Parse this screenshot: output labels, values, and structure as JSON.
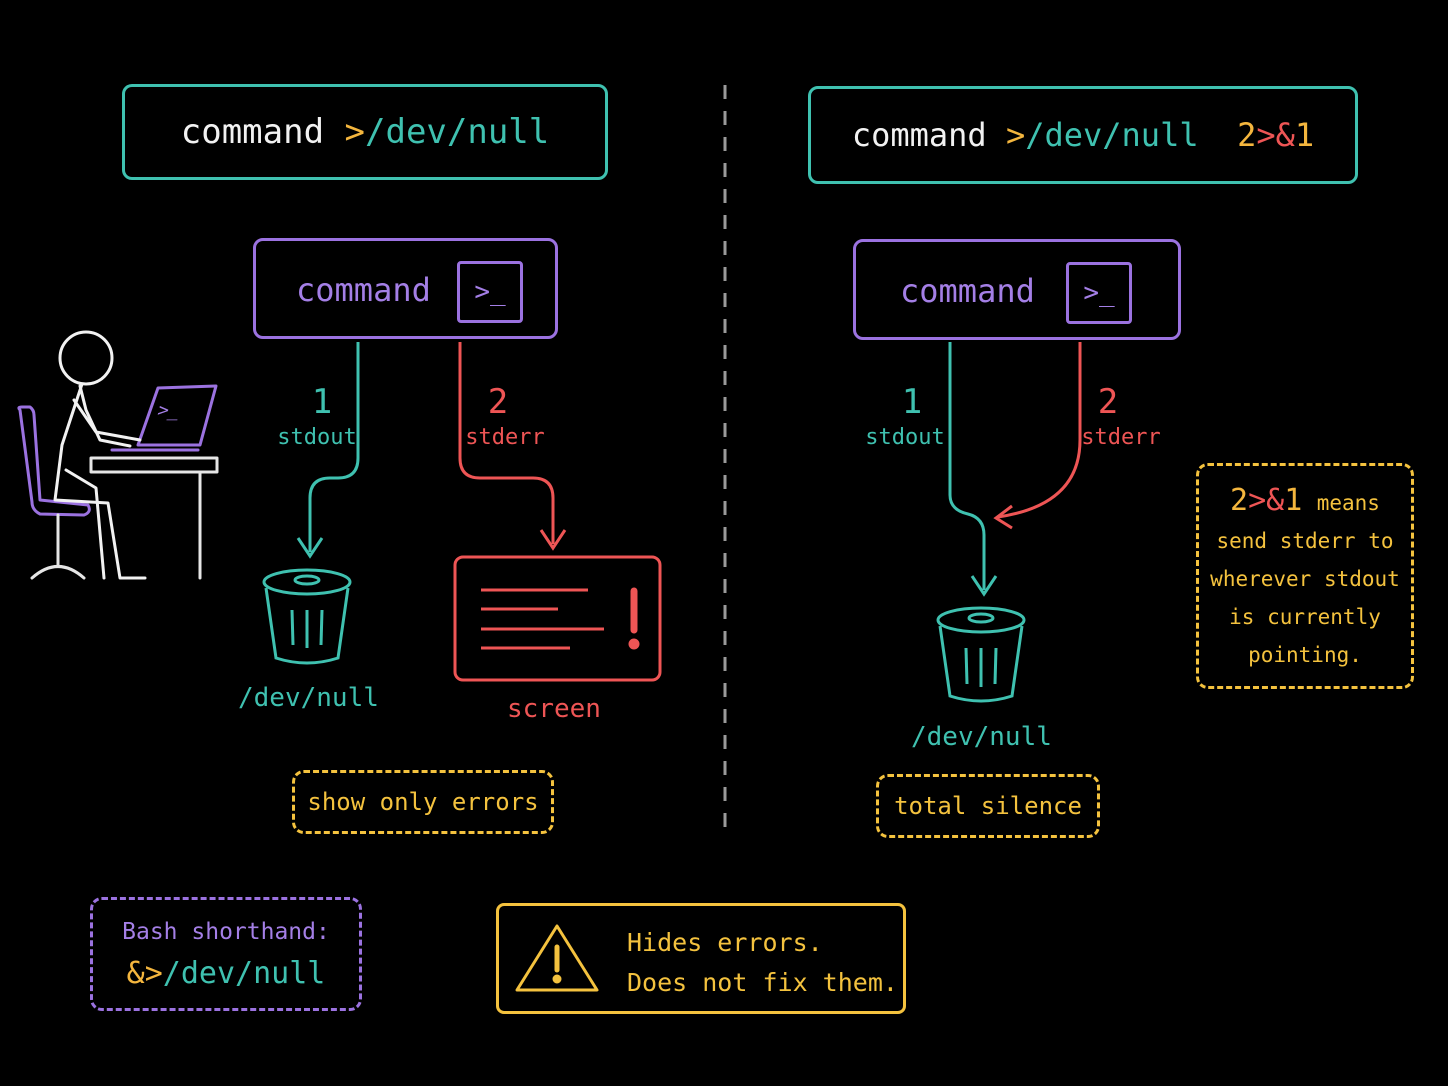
{
  "left": {
    "command_box": {
      "cmd": "command",
      "redirect_op": ">",
      "target": "/dev/null"
    },
    "process": {
      "label": "command",
      "terminal_glyph": ">_"
    },
    "stdout": {
      "fd": "1",
      "name": "stdout"
    },
    "stderr": {
      "fd": "2",
      "name": "stderr"
    },
    "trash_label": "/dev/null",
    "screen_label": "screen",
    "result_note": "show only errors"
  },
  "right": {
    "command_box": {
      "cmd": "command",
      "redirect_op": ">",
      "target": "/dev/null",
      "dup_fd": "2",
      "dup_op": ">&",
      "dup_target": "1"
    },
    "process": {
      "label": "command",
      "terminal_glyph": ">_"
    },
    "stdout": {
      "fd": "1",
      "name": "stdout"
    },
    "stderr": {
      "fd": "2",
      "name": "stderr"
    },
    "trash_label": "/dev/null",
    "result_note": "total silence",
    "explain": {
      "token_fd": "2",
      "token_op": ">&",
      "token_target": "1",
      "line1_rest": "means",
      "line2": "send stderr to",
      "line3": "wherever stdout",
      "line4": "is currently",
      "line5": "pointing."
    }
  },
  "bash_note": {
    "title": "Bash shorthand:",
    "op": "&>",
    "target": "/dev/null"
  },
  "warning": {
    "line1": "Hides errors.",
    "line2": "Does not fix them."
  },
  "person_laptop_glyph": ">_",
  "colors": {
    "teal": "#3fc1b0",
    "red": "#ee5555",
    "purple": "#9b72e0",
    "yellow": "#f4c23e",
    "white": "#f2f2f2",
    "background": "#000000"
  }
}
